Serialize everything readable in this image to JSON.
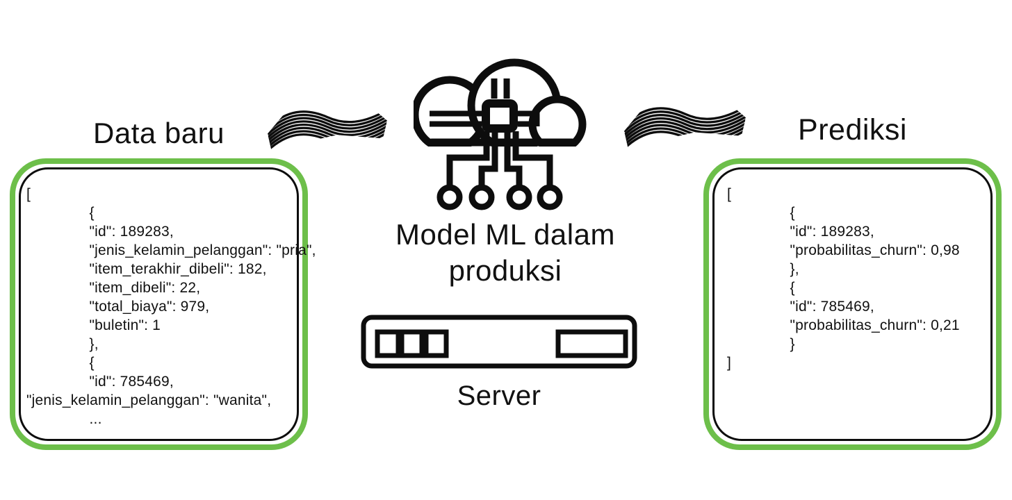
{
  "colors": {
    "accent_green": "#6dbf4a",
    "ink": "#0d0d0d"
  },
  "left_panel": {
    "title": "Data baru",
    "code": "[\n               {\n               \"id\": 189283,\n               \"jenis_kelamin_pelanggan\": \"pria\",\n               \"item_terakhir_dibeli\": 182,\n               \"item_dibeli\": 22,\n               \"total_biaya\": 979,\n               \"buletin\": 1\n               },\n               {\n               \"id\": 785469,\n\"jenis_kelamin_pelanggan\": \"wanita\",\n               ..."
  },
  "center": {
    "model_label_line1": "Model ML dalam",
    "model_label_line2": "produksi",
    "server_label": "Server"
  },
  "right_panel": {
    "title": "Prediksi",
    "code": "[\n               {\n               \"id\": 189283,\n               \"probabilitas_churn\": 0,98\n               },\n               {\n               \"id\": 785469,\n               \"probabilitas_churn\": 0,21\n               }\n]"
  }
}
